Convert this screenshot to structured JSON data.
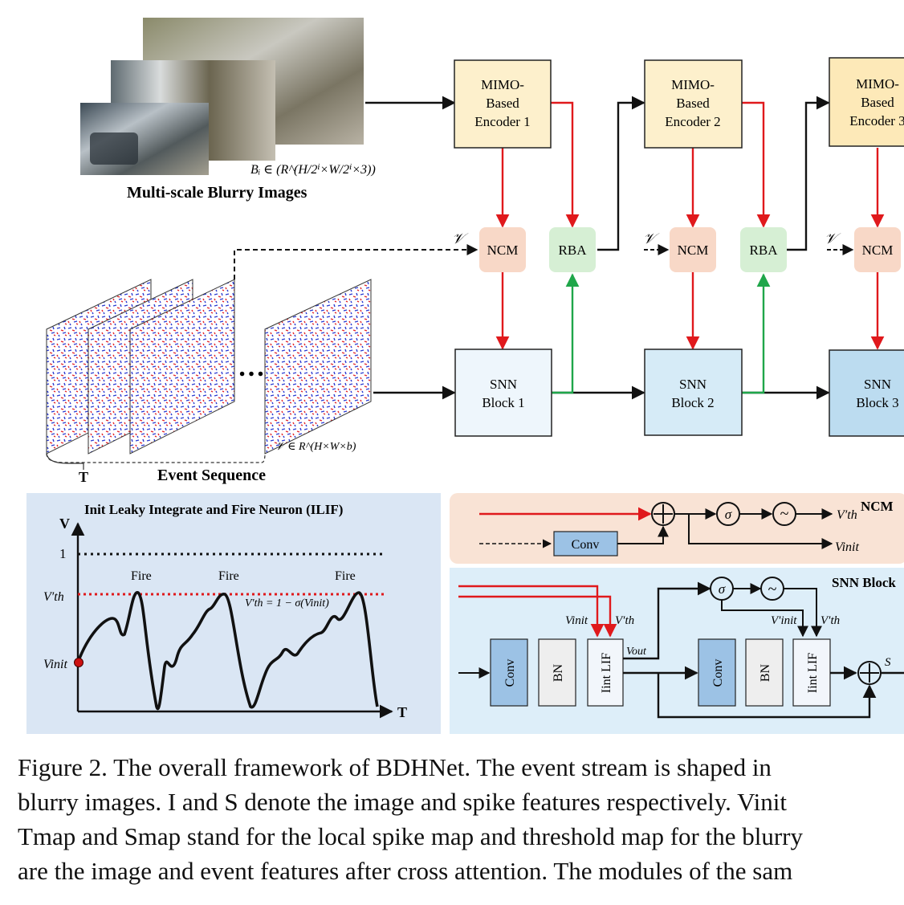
{
  "top": {
    "blurry_label": "Multi-scale Blurry Images",
    "blurry_formula": "Bᵢ ∈ (R^(H/2ⁱ×W/2ⁱ×3))",
    "event_label": "Event Sequence",
    "event_T": "T",
    "event_formula": "𝒱 ∈ R^(H×W×b)",
    "ellipsis": "…",
    "encoders": [
      {
        "l1": "MIMO-",
        "l2": "Based",
        "l3": "Encoder 1"
      },
      {
        "l1": "MIMO-",
        "l2": "Based",
        "l3": "Encoder 2"
      },
      {
        "l1": "MIMO-",
        "l2": "Based",
        "l3": "Encoder 3"
      }
    ],
    "snn_blocks": [
      {
        "l1": "SNN",
        "l2": "Block 1"
      },
      {
        "l1": "SNN",
        "l2": "Block 2"
      },
      {
        "l1": "SNN",
        "l2": "Block 3"
      }
    ],
    "ncm": "NCM",
    "rba": "RBA",
    "v_symbol": "𝒱"
  },
  "ilif": {
    "title": "Init Leaky Integrate and Fire Neuron (ILIF)",
    "axis_v": "V",
    "axis_t": "T",
    "one": "1",
    "vth": "V′th",
    "vinit": "Vinit",
    "fire": "Fire",
    "formula": "V′th = 1 − σ(Vinit)"
  },
  "ncm_panel": {
    "title": "NCM",
    "conv": "Conv",
    "sigma": "σ",
    "tilde": "~",
    "out_vth": "V′th",
    "out_vinit": "Vinit"
  },
  "snn_panel": {
    "title": "SNN Block",
    "conv": "Conv",
    "bn": "BN",
    "lif": "Iint LIF",
    "vinit": "Vinit",
    "vth": "V′th",
    "vinit2": "V′init",
    "vth2": "V′th",
    "vout": "Vout",
    "s": "S",
    "sigma": "σ",
    "tilde": "~"
  },
  "caption": {
    "line1": "Figure 2. The overall framework of BDHNet. The event stream is shaped in",
    "line2": "blurry images. I and S denote the image and spike features respectively. Vinit",
    "line3": "Tmap and Smap stand for the local spike map and threshold map for the blurry",
    "line4": "are the image and event features after cross attention. The modules of the sam"
  },
  "colors": {
    "red": "#e0191c",
    "green": "#1fa64a",
    "encoder_fill": "#fdf0cc",
    "ncm_fill": "#f8d8c7",
    "rba_fill": "#d6efd4",
    "snn1_fill": "#eef6fc",
    "snn2_fill": "#d6ebf7",
    "snn3_fill": "#bcdcf0",
    "ilif_bg": "#dae6f4",
    "ncm_panel_bg": "#f9e3d5",
    "snn_panel_bg": "#ddeef9",
    "conv_fill": "#9cc2e5"
  }
}
